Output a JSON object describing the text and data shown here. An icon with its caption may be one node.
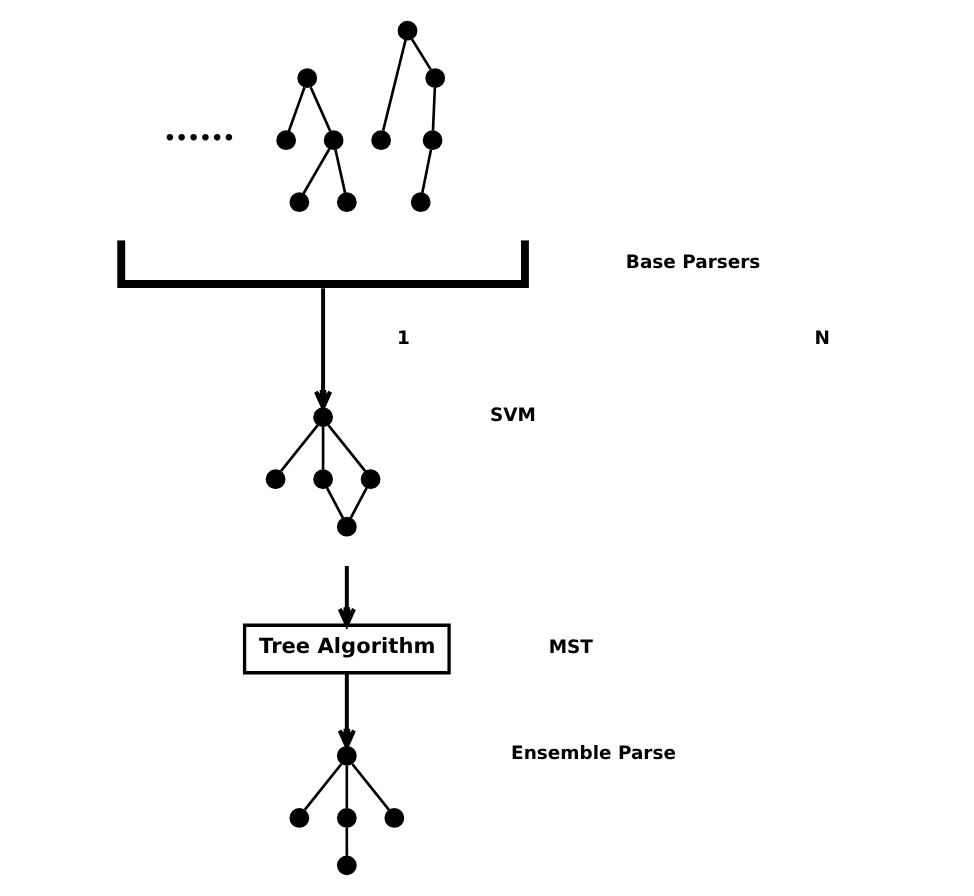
{
  "diagram": {
    "nodes": [
      {
        "text": [],
        "shape": "circle"
      },
      {
        "text": [],
        "shape": "circle"
      },
      {
        "text": [],
        "shape": "circle"
      },
      {
        "text": [],
        "shape": "circle"
      },
      {
        "text": [],
        "shape": "circle"
      },
      {
        "text": [],
        "shape": "circle"
      },
      {
        "text": [],
        "shape": "circle"
      },
      {
        "text": [],
        "shape": "circle"
      },
      {
        "text": [],
        "shape": "circle"
      },
      {
        "text": [],
        "shape": "circle"
      },
      {
        "text": [],
        "shape": "bracket"
      },
      {
        "text": [],
        "shape": "circle"
      },
      {
        "text": [],
        "shape": "circle"
      },
      {
        "text": [],
        "shape": "circle"
      },
      {
        "text": [],
        "shape": "circle"
      },
      {
        "text": [],
        "shape": "circle"
      },
      {
        "text": [
          "Tree Algorithm"
        ]
      },
      {
        "text": [],
        "shape": "circle"
      },
      {
        "text": [],
        "shape": "circle"
      },
      {
        "text": [],
        "shape": "circle"
      },
      {
        "text": [],
        "shape": "circle"
      },
      {
        "text": [],
        "shape": "circle"
      }
    ],
    "edges": [
      {
        "from": 0,
        "to": 1,
        "arrow": "none"
      },
      {
        "from": 0,
        "to": 2,
        "arrow": "none"
      },
      {
        "from": 2,
        "to": 3,
        "arrow": "none"
      },
      {
        "from": 2,
        "to": 4,
        "arrow": "none"
      },
      {
        "from": 5,
        "to": 6,
        "arrow": "none"
      },
      {
        "from": 5,
        "to": 7,
        "arrow": "none"
      },
      {
        "from": 7,
        "to": 8,
        "arrow": "none"
      },
      {
        "from": 8,
        "to": 9,
        "arrow": "none"
      },
      {
        "from": 10,
        "to": 11,
        "arrow": "to"
      },
      {
        "from": 11,
        "to": 12,
        "arrow": "none"
      },
      {
        "from": 11,
        "to": 13,
        "arrow": "none"
      },
      {
        "from": 11,
        "to": 14,
        "arrow": "none"
      },
      {
        "from": 13,
        "to": 15,
        "arrow": "none"
      },
      {
        "from": 14,
        "to": 15,
        "arrow": "none"
      },
      {
        "from": null,
        "to": 16,
        "arrow": "to"
      },
      {
        "from": 16,
        "to": 17,
        "arrow": "to"
      },
      {
        "from": 17,
        "to": 18,
        "arrow": "none"
      },
      {
        "from": 17,
        "to": 19,
        "arrow": "none"
      },
      {
        "from": 17,
        "to": 20,
        "arrow": "none"
      },
      {
        "from": 19,
        "to": 21,
        "arrow": "none"
      }
    ],
    "labels": [
      "••••••",
      "Base Parsers",
      "1",
      "N",
      "SVM",
      "MST",
      "Ensemble Parse"
    ]
  }
}
